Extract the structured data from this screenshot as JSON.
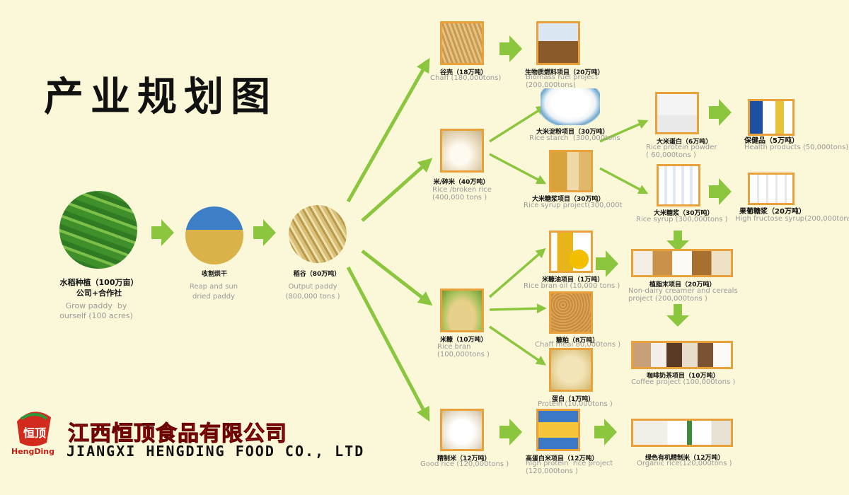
{
  "title": "产业规划图",
  "company": {
    "name_cn": "江西恒顶食品有限公司",
    "name_en": "JIANGXI HENGDING FOOD CO., LTD",
    "logo_text": "HengDing"
  },
  "nodes": {
    "grow": {
      "cn": "水稻种植（100万亩）\n公司+合作社",
      "en": "Grow paddy  by\nourself (100 acres)"
    },
    "reap": {
      "cn": "收割烘干",
      "en": "Reap and sun\ndried paddy"
    },
    "paddy": {
      "cn": "稻谷（80万吨）",
      "en": "Output paddy\n(800,000 tons )"
    },
    "chaff": {
      "cn": "谷壳（18万吨）",
      "en": "Chaff (180,000tons)"
    },
    "biomass": {
      "cn": "生物质燃料项目（20万吨）",
      "en": "Biomass fuel project\n(200,000tons)"
    },
    "rice": {
      "cn": "米/碎米（40万吨）",
      "en": "Rice /broken rice\n(400,000 tons )"
    },
    "starch": {
      "cn": "大米淀粉项目（30万吨）",
      "en": "Rice starch  (300,000tons"
    },
    "syrup_proj": {
      "cn": "大米糖浆项目（30万吨）",
      "en": "Rice syrup project(300,000t"
    },
    "protein_powder": {
      "cn": "大米蛋白（6万吨）",
      "en": "Rice protein powder\n( 60,000tons )"
    },
    "health": {
      "cn": "保健品（5万吨）",
      "en": "Health products (50,000tons)"
    },
    "rice_syrup": {
      "cn": "大米糖浆（30万吨）",
      "en": "Rice syrup (300,000tons )"
    },
    "fructose": {
      "cn": "果葡糖浆（20万吨）",
      "en": "High fructose syrup(200,000tons"
    },
    "bran_oil": {
      "cn": "米糠油项目（1万吨）",
      "en": "Rice bran oil (10,000 tons )"
    },
    "creamer": {
      "cn": "植脂末项目（20万吨）",
      "en": "Non-dairy creamer and cereals\nproject (200,000tons )"
    },
    "bran": {
      "cn": "米糠（10万吨）",
      "en": "Rice bran\n(100,000tons )"
    },
    "meal": {
      "cn": "糠粕（8万吨）",
      "en": "Chaff meal 80,000tons )"
    },
    "coffee": {
      "cn": "咖啡奶茶项目（10万吨）",
      "en": "Coffee project (100,000tons )"
    },
    "protein": {
      "cn": "蛋白（1万吨）",
      "en": "Protein (10,000tons )"
    },
    "good_rice": {
      "cn": "精制米（12万吨）",
      "en": "Good rice (120,000tons )"
    },
    "hp_rice": {
      "cn": "高蛋白米项目（12万吨）",
      "en": "high protein  rice project\n(120,000tons )"
    },
    "organic": {
      "cn": "绿色有机精制米（12万吨）",
      "en": "Organic rice(120,000tons )"
    }
  },
  "colors": {
    "background": "#fbf8da",
    "arrow": "#8cc63f",
    "image_border": "#e9a23b",
    "company_red": "#ff2a1e"
  }
}
